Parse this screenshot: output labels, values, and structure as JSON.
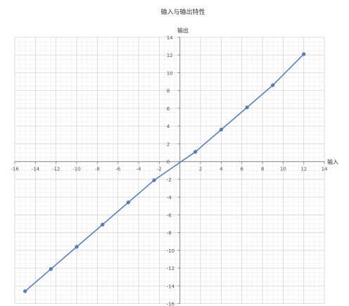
{
  "chart_data": {
    "type": "line",
    "title": "输入与输出特性",
    "xlabel": "输入",
    "ylabel": "输出",
    "xlim": [
      -16,
      14
    ],
    "ylim": [
      -16,
      14
    ],
    "xticks": [
      -16,
      -14,
      -12,
      -10,
      -8,
      -6,
      -4,
      -2,
      0,
      2,
      4,
      6,
      8,
      10,
      12,
      14
    ],
    "yticks": [
      14,
      12,
      10,
      8,
      6,
      4,
      2,
      0,
      -2,
      -4,
      -6,
      -8,
      -10,
      -12,
      -14,
      -16
    ],
    "xtick_labels": [
      "-16",
      "-14",
      "-12",
      "-10",
      "-8",
      "-6",
      "-4",
      "-2",
      "0",
      "2",
      "4",
      "6",
      "8",
      "10",
      "12",
      "14"
    ],
    "ytick_labels": [
      "14",
      "12",
      "10",
      "8",
      "6",
      "4",
      "2",
      "0",
      "-2",
      "-4",
      "-6",
      "-8",
      "-10",
      "-12",
      "-14",
      "-16"
    ],
    "grid": true,
    "minor_grid": true,
    "series": [
      {
        "x": [
          -15,
          -12.5,
          -10,
          -7.5,
          -5,
          -2.5,
          1.5,
          4,
          6.5,
          9,
          12
        ],
        "y": [
          -14.6,
          -12.1,
          -9.6,
          -7.1,
          -4.6,
          -2.1,
          1.1,
          3.6,
          6.1,
          8.6,
          12.1
        ],
        "color": "#5b7fb5",
        "marker": "circle"
      }
    ]
  }
}
